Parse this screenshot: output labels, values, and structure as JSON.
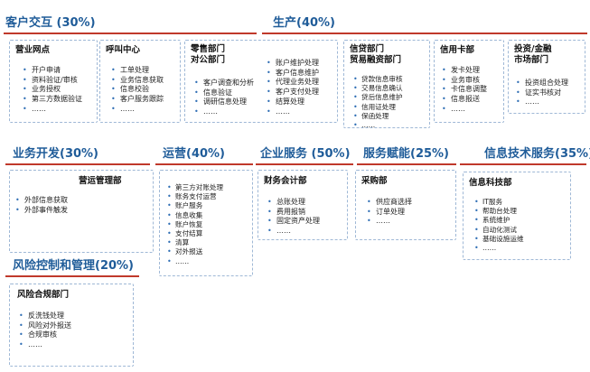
{
  "sections": {
    "customer": {
      "title": "客户交互 (30%)"
    },
    "production": {
      "title": "生产(40%)"
    },
    "bizdev": {
      "title": "业务开发(30%)"
    },
    "ops": {
      "title": "运营(40%)"
    },
    "enterprise": {
      "title": "企业服务 (50%)"
    },
    "enable": {
      "title": "服务赋能(25%)"
    },
    "it": {
      "title": "信息技术服务(35%)"
    },
    "risk": {
      "title": "风险控制和管理(20%)"
    }
  },
  "boxes": {
    "branch": {
      "title": "营业网点",
      "items": [
        "开户申请",
        "资料验证/审核",
        "业务授权",
        "第三方数据验证",
        "……"
      ]
    },
    "callcenter": {
      "title": "呼叫中心",
      "items": [
        "工单处理",
        "业务信息获取",
        "信息校验",
        "客户服务跟踪",
        "……"
      ]
    },
    "retail": {
      "title_line1": "零售部门",
      "title_line2": "对公部门",
      "items_left": [
        "客户调查和分析",
        "信息验证",
        "调研信息处理",
        "……"
      ],
      "items_right": [
        "账户维护处理",
        "客户信息维护",
        "代理业务处理",
        "客户支付处理",
        "结算处理",
        "……"
      ]
    },
    "credit": {
      "title_line1": "信贷部门",
      "title_line2": "贸易融资部门",
      "items": [
        "贷款信息审核",
        "交易信息确认",
        "贷后信息维护",
        "信用证处理",
        "保函处理",
        "……"
      ]
    },
    "card": {
      "title": "信用卡部",
      "items": [
        "发卡处理",
        "业务审核",
        "卡信息调整",
        "信息报送",
        "……"
      ]
    },
    "invest": {
      "title_line1": "投资/金融",
      "title_line2": "市场部门",
      "items": [
        "投资组合处理",
        "证实书核对",
        "……"
      ]
    },
    "opsmgmt": {
      "title": "营运管理部",
      "items": [
        "外部信息获取",
        "外部事件触发"
      ]
    },
    "opsboard": {
      "items": [
        "第三方对账处理",
        "账务支付运营",
        "账户服务",
        "信息收集",
        "账户恢复",
        "支付结算",
        "清算",
        "对外报送",
        "……"
      ]
    },
    "finance": {
      "title": "财务会计部",
      "items": [
        "总账处理",
        "费用报销",
        "固定资产处理",
        "……"
      ]
    },
    "procure": {
      "title": "采购部",
      "items": [
        "供应商选择",
        "订单处理",
        "……"
      ]
    },
    "tech": {
      "title": "信息科技部",
      "items": [
        "IT服务",
        "帮助台处理",
        "系统维护",
        "自动化测试",
        "基础设施运维",
        "……"
      ]
    },
    "riskdept": {
      "title": "风险合规部门",
      "items": [
        "反洗钱处理",
        "风险对外报送",
        "合规审核",
        "……"
      ]
    }
  },
  "colors": {
    "title": "#1f5c99",
    "rule": "#c0392b",
    "box_border": "#9fb8d6",
    "bullet": "#2e6db4"
  }
}
